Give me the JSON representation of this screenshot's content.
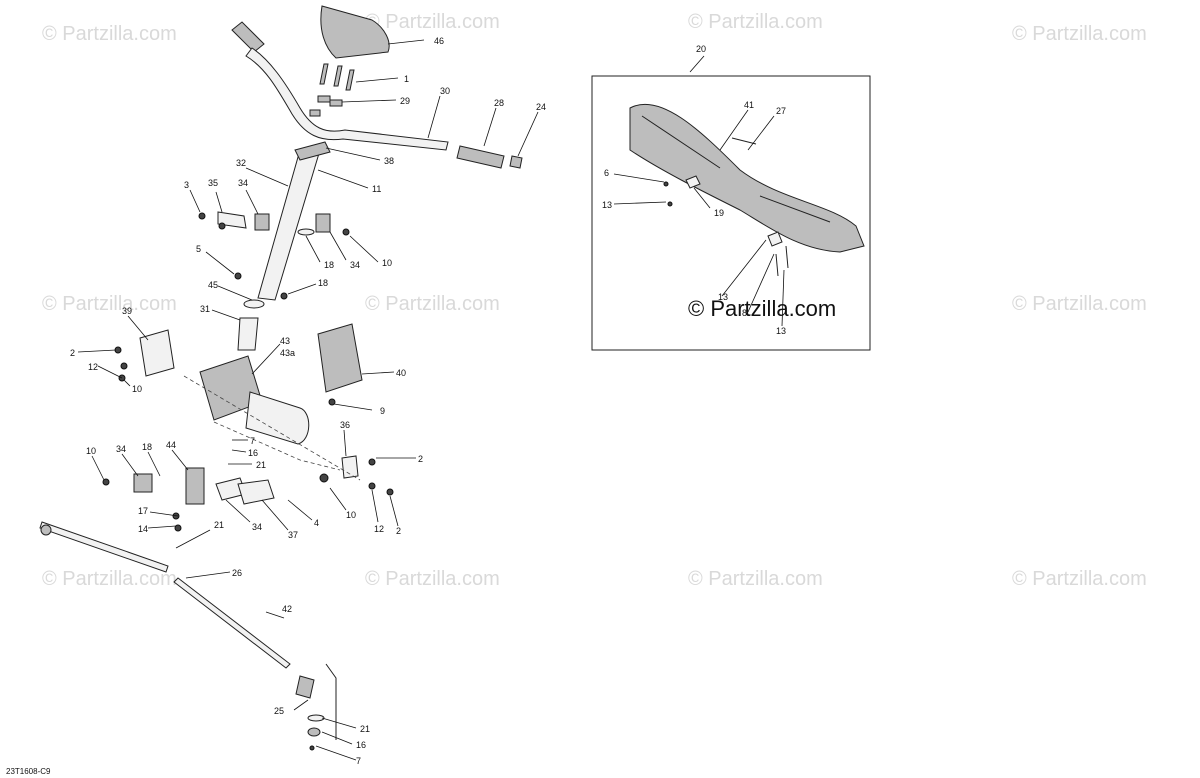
{
  "watermark": {
    "text": "© Partzilla.com",
    "main_text": "© Partzilla.com"
  },
  "reference_code": "23T1608-C9",
  "callouts": [
    "46",
    "1",
    "29",
    "30",
    "28",
    "24",
    "38",
    "11",
    "32",
    "3",
    "35",
    "34",
    "34",
    "10",
    "18",
    "5",
    "18",
    "45",
    "31",
    "39",
    "2",
    "12",
    "10",
    "43",
    "43a",
    "40",
    "9",
    "36",
    "2",
    "10",
    "12",
    "2",
    "7",
    "16",
    "21",
    "10",
    "34",
    "18",
    "44",
    "17",
    "14",
    "34",
    "37",
    "4",
    "21",
    "26",
    "42",
    "25",
    "21",
    "16",
    "7",
    "20",
    "41",
    "27",
    "6",
    "13",
    "19",
    "13",
    "8",
    "13"
  ]
}
